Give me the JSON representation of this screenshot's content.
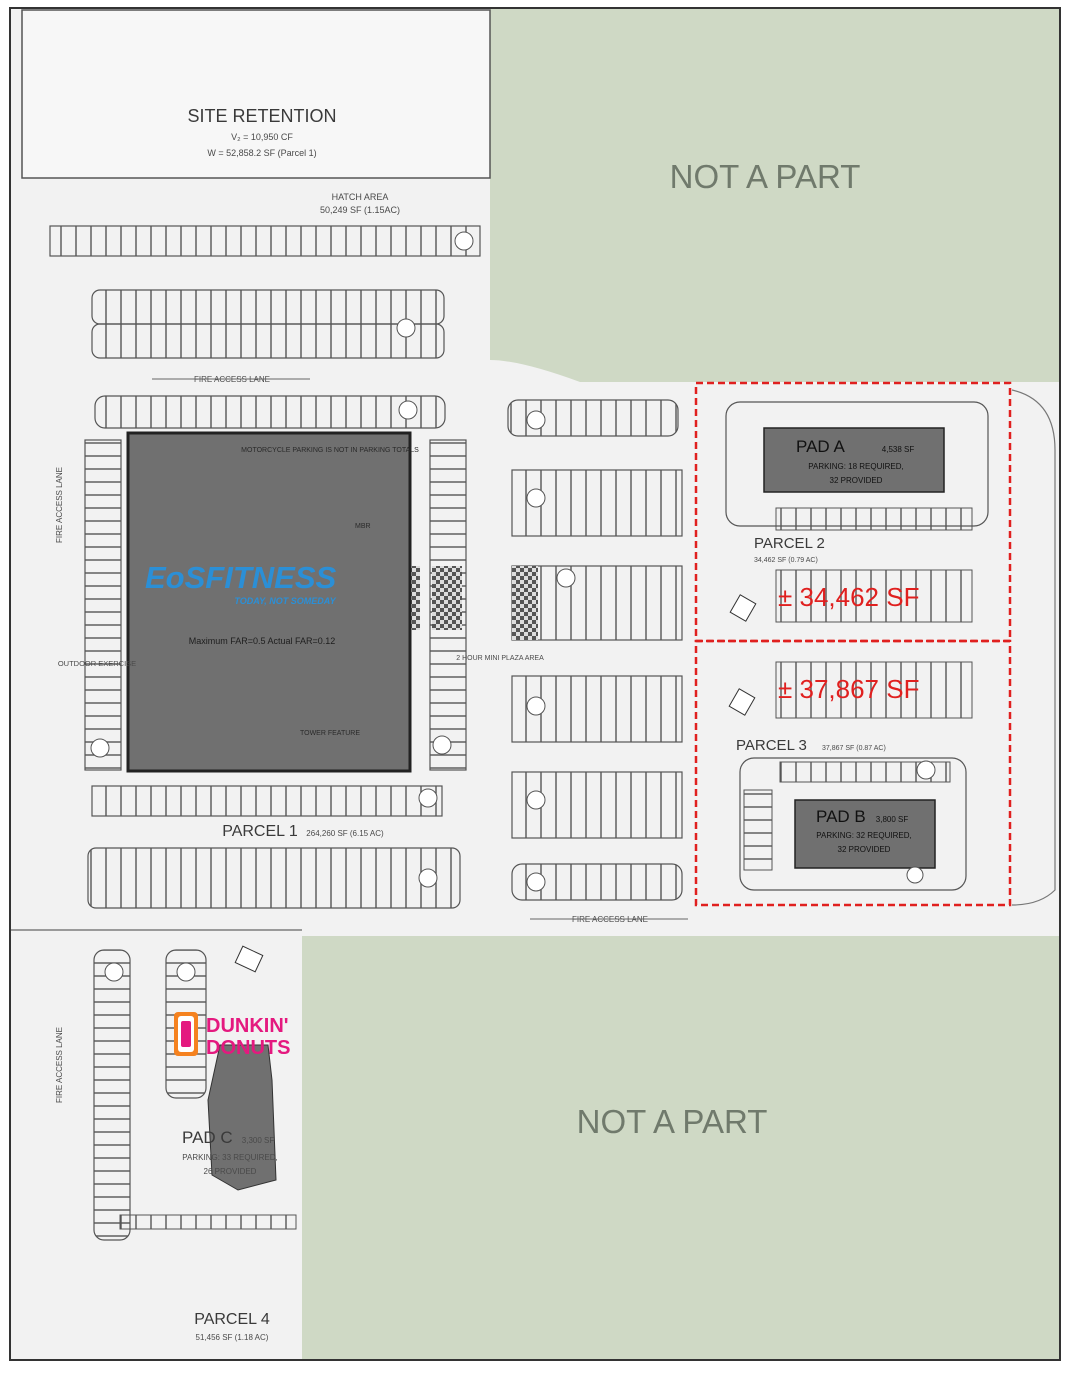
{
  "site_retention": {
    "title": "SITE RETENTION",
    "line1": "V₂ = 10,950 CF",
    "line2": "W = 52,858.2 SF (Parcel 1)"
  },
  "hatch_area": {
    "title": "HATCH AREA",
    "value": "50,249 SF (1.15AC)"
  },
  "not_a_part_top": "NOT A PART",
  "not_a_part_bottom": "NOT A PART",
  "fire_access_lane": "FIRE ACCESS LANE",
  "pad_a": {
    "title": "PAD A",
    "size": "4,538 SF",
    "parking_req": "PARKING: 18 REQUIRED,",
    "parking_prov": "32 PROVIDED"
  },
  "pad_b": {
    "title": "PAD B",
    "size": "3,800 SF",
    "parking_req": "PARKING: 32 REQUIRED,",
    "parking_prov": "32 PROVIDED"
  },
  "pad_c": {
    "title": "PAD C",
    "size": "3,300 SF",
    "parking_req": "PARKING: 33 REQUIRED,",
    "parking_prov": "26 PROVIDED"
  },
  "parcel_1": {
    "title": "PARCEL 1",
    "area": "264,260 SF (6.15 AC)"
  },
  "parcel_2": {
    "title": "PARCEL 2",
    "area": "34,462 SF (0.79 AC)",
    "highlight": "± 34,462 SF"
  },
  "parcel_3": {
    "title": "PARCEL 3",
    "area": "37,867 SF (0.87 AC)",
    "highlight": "± 37,867 SF"
  },
  "parcel_4": {
    "title": "PARCEL 4",
    "area": "51,456 SF (1.18 AC)"
  },
  "eos": {
    "brand": "EoS",
    "name": "FITNESS",
    "tagline": "TODAY, NOT SOMEDAY",
    "note": "Maximum FAR=0.5 Actual FAR=0.12"
  },
  "building_notes": {
    "motorcycle": "MOTORCYCLE PARKING IS NOT IN PARKING TOTALS",
    "mbr": "MBR",
    "tower": "TOWER FEATURE",
    "outdoor": "OUTDOOR EXERCISE"
  },
  "plaza": "2 HOUR MINI PLAZA AREA",
  "dunkin": {
    "line1": "DUNKIN'",
    "line2": "DONUTS"
  },
  "colors": {
    "not_a_part": "#cfd9c5",
    "site": "#f2f2f2",
    "building": "#707070",
    "parcel_outline": "#e0201f",
    "eos_blue": "#2b8fd6",
    "dunkin_pink": "#e4197f",
    "dunkin_orange": "#f5821f"
  }
}
